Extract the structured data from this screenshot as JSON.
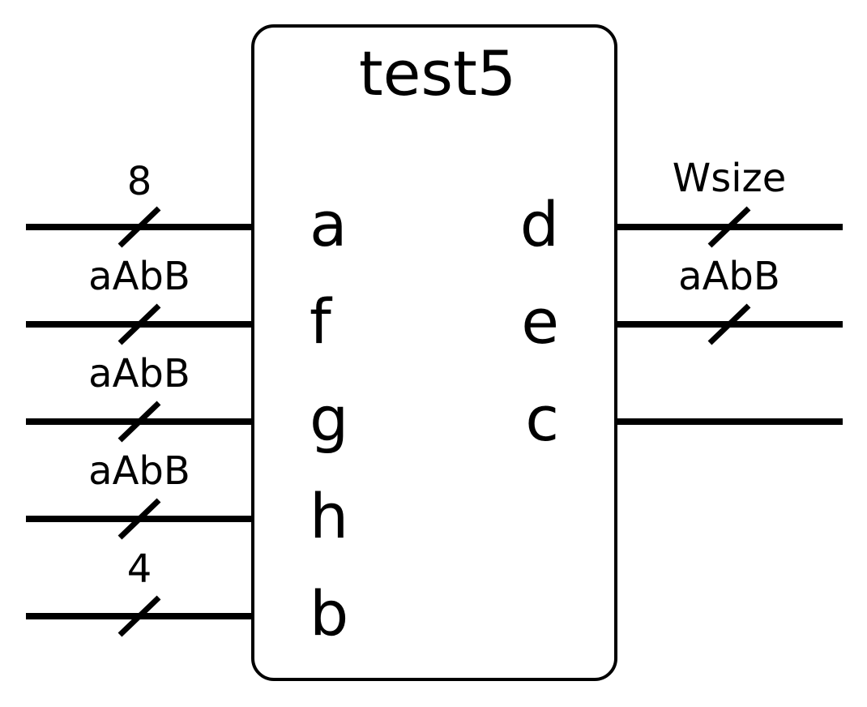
{
  "block": {
    "title": "test5"
  },
  "inputs": [
    {
      "name": "a",
      "width": "8"
    },
    {
      "name": "f",
      "width": "aAbB"
    },
    {
      "name": "g",
      "width": "aAbB"
    },
    {
      "name": "h",
      "width": "aAbB"
    },
    {
      "name": "b",
      "width": "4"
    }
  ],
  "outputs": [
    {
      "name": "d",
      "width": "Wsize"
    },
    {
      "name": "e",
      "width": "aAbB"
    },
    {
      "name": "c",
      "width": ""
    }
  ],
  "colors": {
    "stroke": "#000000",
    "background": "#ffffff"
  }
}
